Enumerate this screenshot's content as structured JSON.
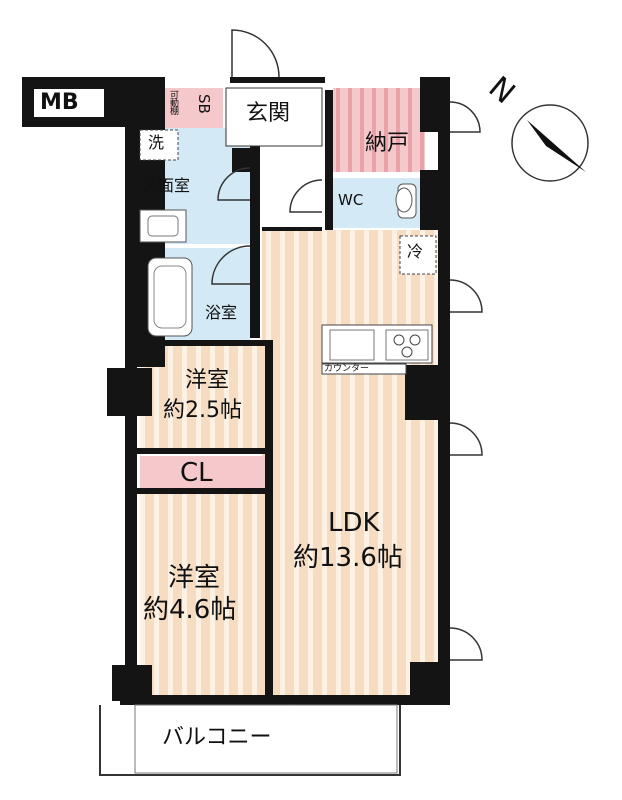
{
  "rooms": {
    "mb": "MB",
    "sb": "SB",
    "movable_shelf": "可動棚",
    "genkan": "玄関",
    "nando": "納戸",
    "washer": "洗",
    "washroom": "洗面室",
    "wc": "WC",
    "fridge": "冷",
    "bath": "浴室",
    "counter": "カウンター",
    "western1_name": "洋室",
    "western1_size": "約2.5帖",
    "cl": "CL",
    "western2_name": "洋室",
    "western2_size": "約4.6帖",
    "ldk_name": "LDK",
    "ldk_size": "約13.6帖",
    "balcony": "バルコニー"
  },
  "compass": {
    "label": "N"
  },
  "colors": {
    "wall": "#141414",
    "wood": "#f6dcc0",
    "wood_stripe": "#ffffff",
    "wet_area": "#d3e9f5",
    "storage_pink": "#f3c3c7",
    "storage_stripe": "#e89aa0"
  }
}
